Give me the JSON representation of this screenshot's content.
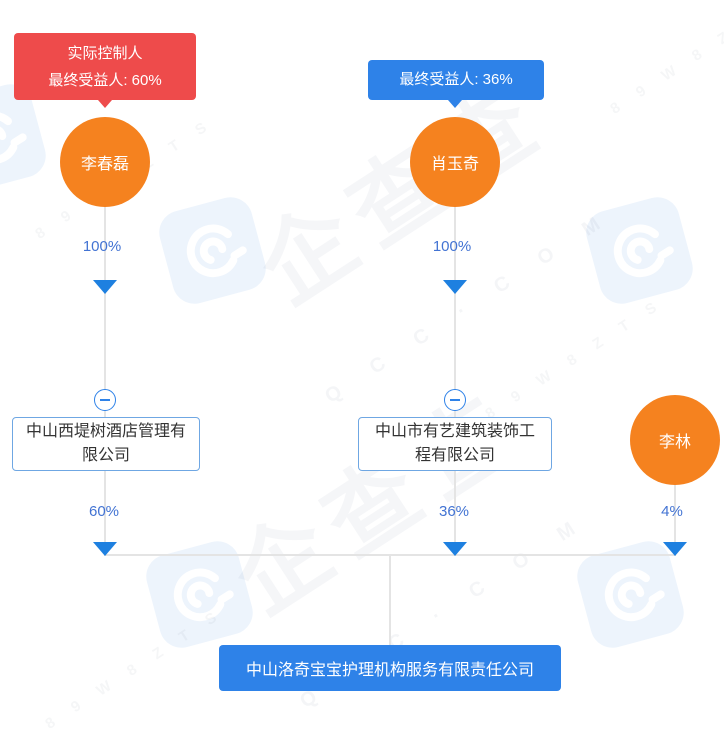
{
  "badges": {
    "actual_controller": {
      "line1": "实际控制人",
      "line2": "最终受益人: 60%"
    },
    "ultimate_beneficiary": {
      "text": "最终受益人: 36%"
    }
  },
  "shareholders": [
    {
      "name": "李春磊",
      "type": "person"
    },
    {
      "name": "肖玉奇",
      "type": "person"
    },
    {
      "name": "李林",
      "type": "person"
    }
  ],
  "intermediate_companies": [
    {
      "name": "中山西堤树酒店管理有限公司"
    },
    {
      "name": "中山市有艺建筑装饰工程有限公司"
    }
  ],
  "target_company": {
    "name": "中山洛奇宝宝护理机构服务有限责任公司"
  },
  "edge_labels": {
    "p1_to_c1": "100%",
    "p2_to_c2": "100%",
    "c1_to_target": "60%",
    "c2_to_target": "36%",
    "p3_to_target": "4%"
  },
  "watermark": {
    "brand": "企查查",
    "domain": "Q C C · C O M",
    "code": "8 9 W 8 Z T S"
  },
  "colors": {
    "badge_red": "#ee4b4b",
    "badge_blue": "#2e82e8",
    "person_orange": "#f5821f",
    "arrow_blue": "#1e80e0",
    "percent_text": "#4273d3",
    "box_border": "#6fa7e3",
    "connector_line": "#e4e4e4",
    "watermark_tile": "#edf4fc"
  }
}
